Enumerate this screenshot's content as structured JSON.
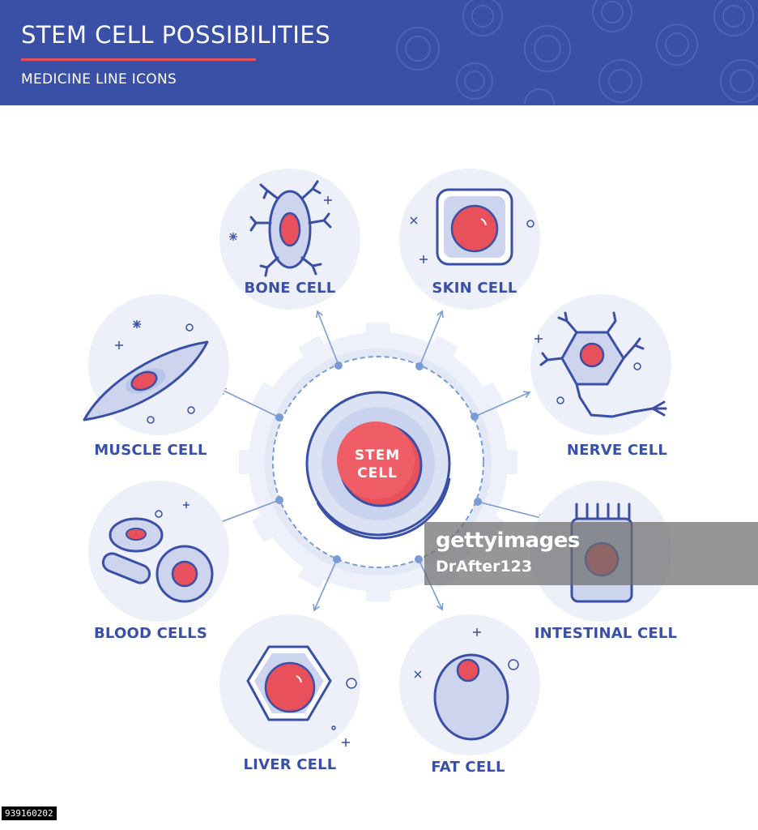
{
  "header": {
    "title": "STEM CELL POSSIBILITIES",
    "subtitle": "MEDICINE LINE ICONS"
  },
  "center": {
    "line1": "STEM",
    "line2": "CELL"
  },
  "cells": {
    "bone": "BONE CELL",
    "skin": "SKIN CELL",
    "nerve": "NERVE CELL",
    "intestinal": "INTESTINAL CELL",
    "fat": "FAT CELL",
    "liver": "LIVER CELL",
    "blood": "BLOOD CELLS",
    "muscle": "MUSCLE CELL"
  },
  "watermark": {
    "logo": "gettyimages",
    "credit": "DrAfter123"
  },
  "image_id": "939160202",
  "colors": {
    "header_bg": "#3a4fa6",
    "accent_red": "#e8505b",
    "line_blue": "#3a4fa6",
    "circle_fill": "#edf0f9",
    "cell_fill": "#cdd5ee"
  }
}
